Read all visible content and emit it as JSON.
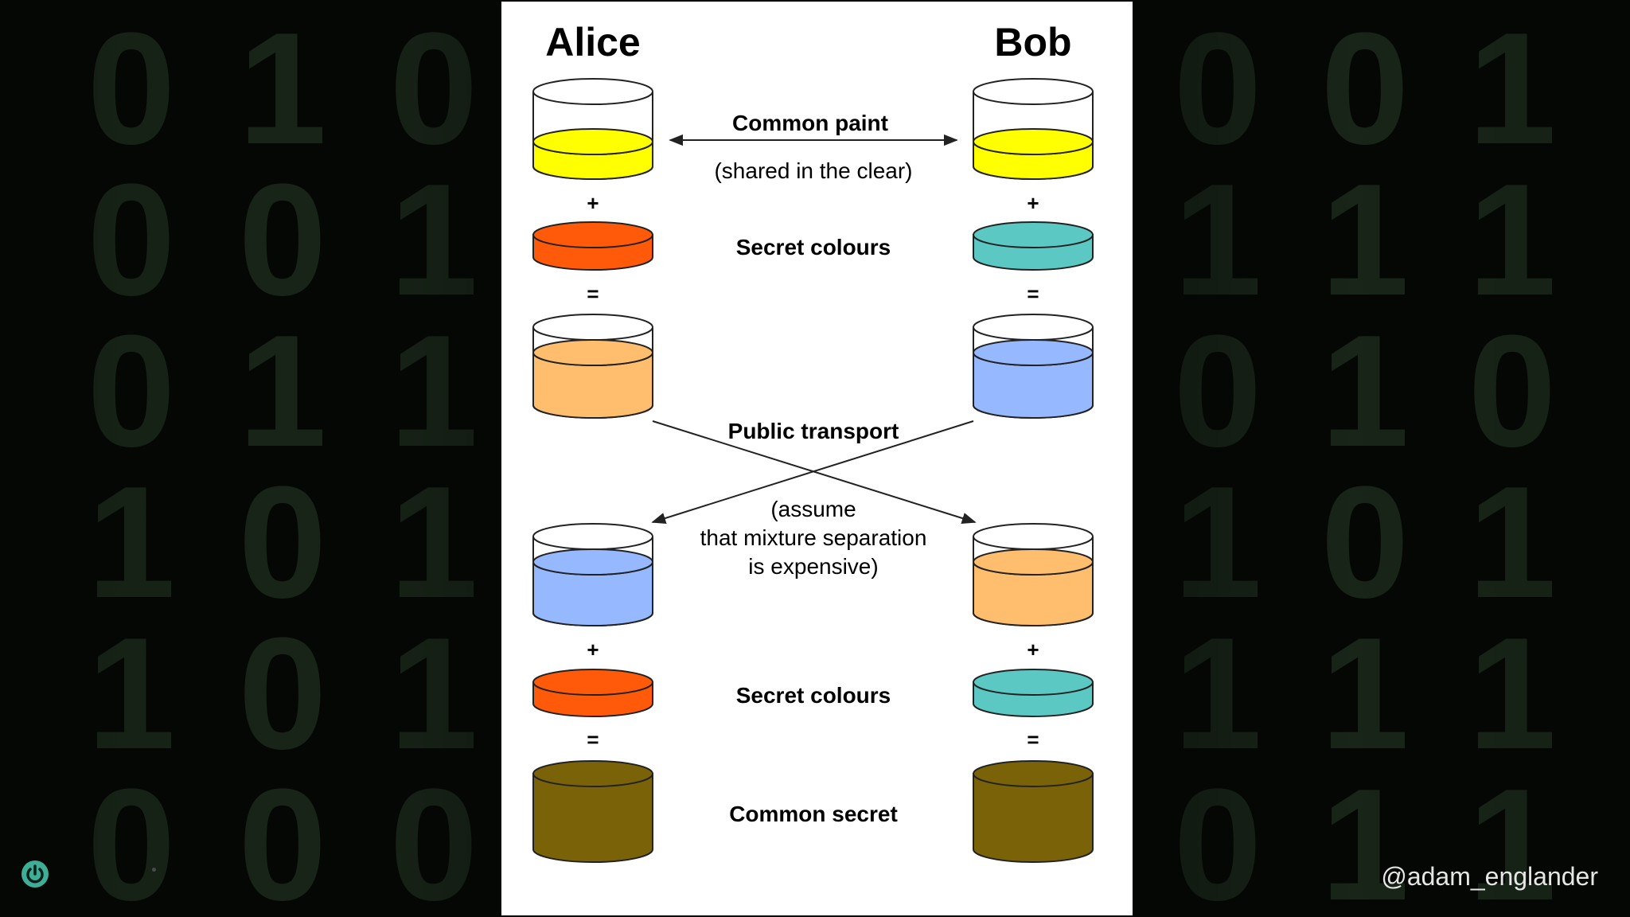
{
  "diagram": {
    "left_title": "Alice",
    "right_title": "Bob",
    "common_paint_label": "Common paint",
    "common_paint_note": "(shared in the clear)",
    "plus_symbol": "+",
    "equals_symbol": "=",
    "secret_colours_label": "Secret colours",
    "public_transport_label": "Public transport",
    "assumption_line1": "(assume",
    "assumption_line2": "that mixture separation",
    "assumption_line3": "is expensive)",
    "common_secret_label": "Common secret"
  },
  "colors": {
    "common_paint": "#ffff00",
    "alice_secret": "#ff5a0a",
    "bob_secret": "#5cc8c4",
    "alice_mix": "#ffbe6e",
    "bob_mix": "#96b8ff",
    "common_secret": "#7a6208",
    "binary_digits": "#1c2a1c"
  },
  "background": {
    "left_rows": [
      "0 1 0",
      "0 0 1",
      "0 1 1",
      "1 0 1",
      "1 0 1",
      "0 0 0"
    ],
    "right_rows": [
      "0 0 1",
      "1 1 1",
      "0 1 0",
      "1 0 1",
      "1 1 1",
      "0 1 1"
    ]
  },
  "footer": {
    "handle": "@adam_englander",
    "logo_icon": "power-logo-icon"
  }
}
